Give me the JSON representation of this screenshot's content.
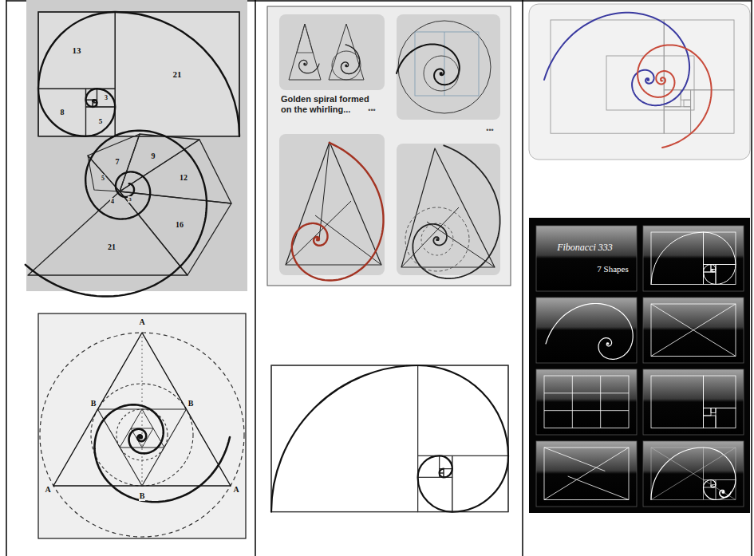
{
  "diagram": {
    "labels": [
      "13",
      "21",
      "8",
      "5",
      "3",
      "21",
      "16",
      "12",
      "9",
      "7",
      "5",
      "4",
      "3",
      "Golden spiral formed on the whirling...",
      "•••",
      "•••",
      "Fibonacci 333",
      "7 Shapes",
      "A",
      "A",
      "A",
      "B",
      "B",
      "B"
    ]
  }
}
